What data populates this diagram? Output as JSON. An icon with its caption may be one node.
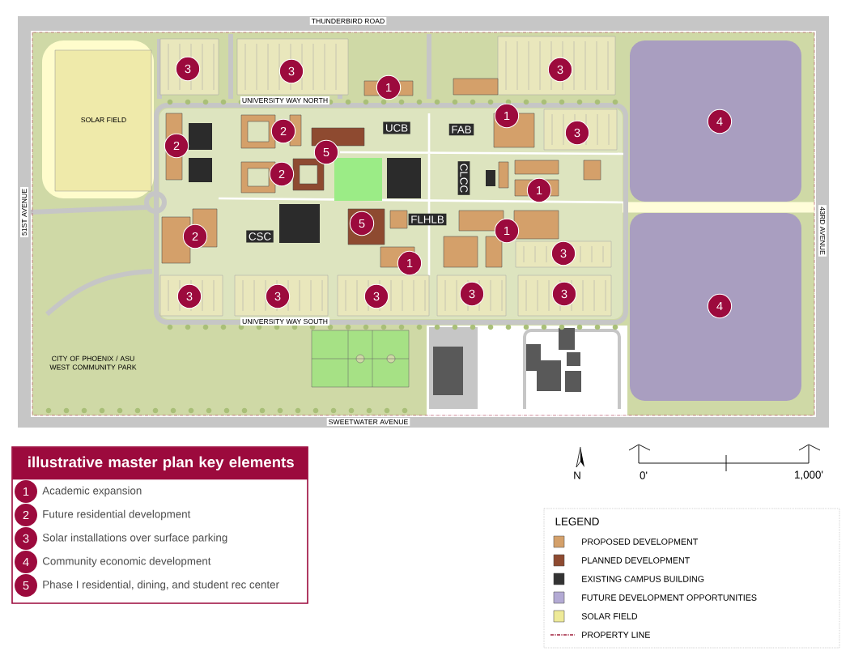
{
  "diagram": {
    "nodes": [
      {
        "text": [
          "3"
        ]
      },
      {
        "text": [
          "3"
        ]
      },
      {
        "text": [
          "3"
        ]
      },
      {
        "text": [
          "1"
        ]
      },
      {
        "text": [
          "2"
        ]
      },
      {
        "text": [
          "UCB"
        ]
      },
      {
        "text": [
          "FAB"
        ]
      },
      {
        "text": [
          "1"
        ]
      },
      {
        "text": [
          "3"
        ]
      },
      {
        "text": [
          "4"
        ]
      },
      {
        "text": [
          "2"
        ]
      },
      {
        "text": [
          "5"
        ]
      },
      {
        "text": [
          "2"
        ]
      },
      {
        "text": [
          "CLCC"
        ]
      },
      {
        "text": [
          "1"
        ]
      },
      {
        "text": [
          "2"
        ]
      },
      {
        "text": [
          "CSC"
        ]
      },
      {
        "text": [
          "5"
        ]
      },
      {
        "text": [
          "FLHLB"
        ]
      },
      {
        "text": [
          "1"
        ]
      },
      {
        "text": [
          "1"
        ]
      },
      {
        "text": [
          "3"
        ]
      },
      {
        "text": [
          "3"
        ]
      },
      {
        "text": [
          "3"
        ]
      },
      {
        "text": [
          "3"
        ]
      },
      {
        "text": [
          "3"
        ]
      },
      {
        "text": [
          "3"
        ]
      },
      {
        "text": [
          "4"
        ]
      },
      {
        "text": [
          "illustrative master plan key elements"
        ]
      },
      {
        "text": [
          "1"
        ],
        "beside": [
          "Academic expansion"
        ],
        "in": 28
      },
      {
        "text": [
          "2"
        ],
        "beside": [
          "Future residential development"
        ],
        "in": 28
      },
      {
        "text": [
          "3"
        ],
        "beside": [
          "Solar installations over surface parking"
        ],
        "in": 28
      },
      {
        "text": [
          "4"
        ],
        "beside": [
          "Community economic development"
        ],
        "in": 28
      },
      {
        "text": [
          "5"
        ],
        "beside": [
          "Phase I residential, dining, and student rec center"
        ],
        "in": 28
      }
    ],
    "labels": [
      "THUNDERBIRD ROAD",
      "UNIVERSITY WAY NORTH",
      "SOLAR FIELD",
      "51ST AVENUE",
      "43RD AVENUE",
      "UNIVERSITY WAY SOUTH",
      "CITY OF PHOENIX / ASU WEST COMMUNITY PARK",
      "SWEETWATER AVENUE",
      "N",
      "0'",
      "1,000'",
      "LEGEND"
    ],
    "legend": [
      {
        "text": "PROPOSED DEVELOPMENT",
        "color": "#d4a06a"
      },
      {
        "text": "PLANNED DEVELOPMENT",
        "color": "#8e4a30"
      },
      {
        "text": "EXISTING CAMPUS BUILDING",
        "color": "#333333"
      },
      {
        "text": "FUTURE DEVELOPMENT OPPORTUNITIES",
        "color": "#b3aad4"
      },
      {
        "text": "SOLAR FIELD",
        "color": "#eeea98"
      },
      {
        "text": "PROPERTY LINE"
      }
    ]
  }
}
